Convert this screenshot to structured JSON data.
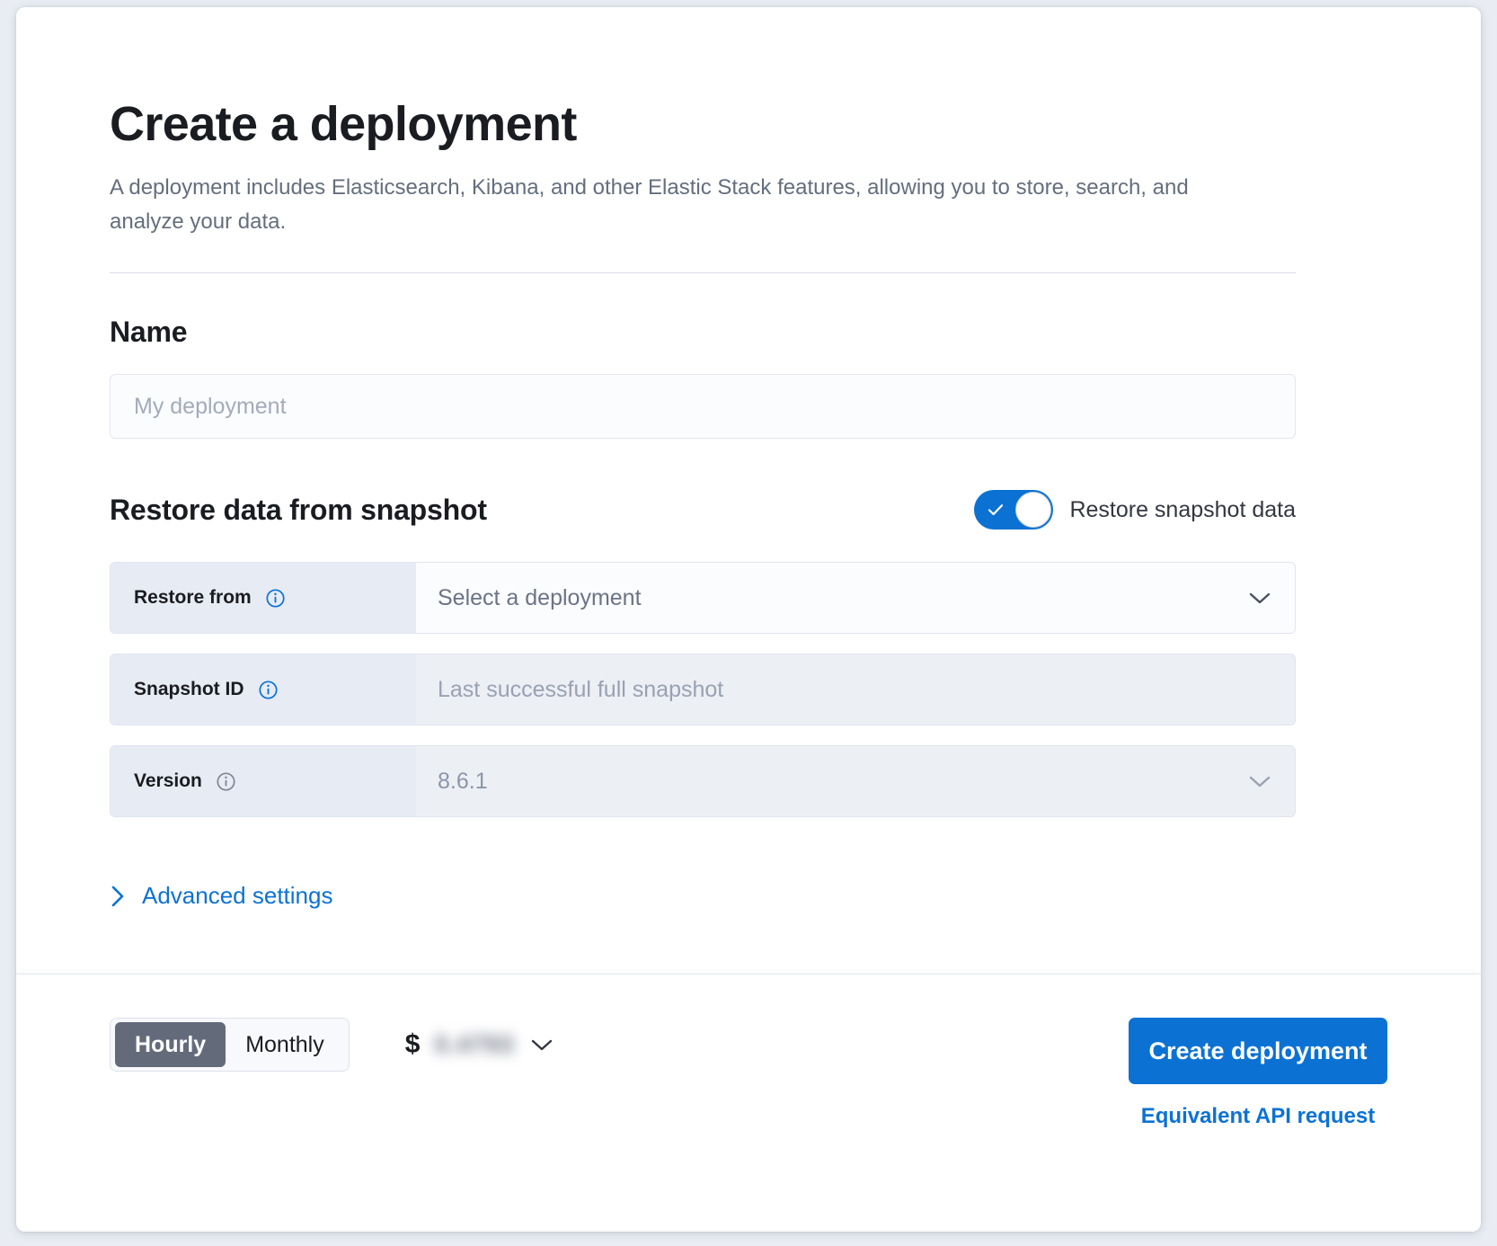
{
  "header": {
    "title": "Create a deployment",
    "description": "A deployment includes Elasticsearch, Kibana, and other Elastic Stack features, allowing you to store, search, and analyze your data."
  },
  "name_section": {
    "title": "Name",
    "input_placeholder": "My deployment",
    "input_value": ""
  },
  "snapshot_section": {
    "title": "Restore data from snapshot",
    "toggle_label": "Restore snapshot data",
    "toggle_on": true,
    "rows": [
      {
        "label": "Restore from",
        "value": "Select a deployment",
        "info_icon": "info-circle-icon",
        "control": "dropdown",
        "disabled": false
      },
      {
        "label": "Snapshot ID",
        "value": "Last successful full snapshot",
        "info_icon": "info-circle-icon",
        "control": "text",
        "disabled": true
      },
      {
        "label": "Version",
        "value": "8.6.1",
        "info_icon": "info-circle-icon",
        "control": "dropdown",
        "disabled": true
      }
    ],
    "advanced_settings_label": "Advanced settings",
    "advanced_settings_icon": "chevron-right-icon"
  },
  "footer": {
    "billing_options": [
      "Hourly",
      "Monthly"
    ],
    "billing_selected": "Hourly",
    "price_currency": "$",
    "price_amount": "0.4793",
    "price_chevron_icon": "chevron-down-icon",
    "create_button_label": "Create deployment",
    "api_link_label": "Equivalent API request"
  },
  "colors": {
    "accent": "#0b72d4",
    "text": "#1a1c21",
    "muted": "#646e7d",
    "label_bg": "#e7ebf4",
    "disabled_bg": "#eceff4",
    "segment_active_bg": "#636b7b"
  }
}
